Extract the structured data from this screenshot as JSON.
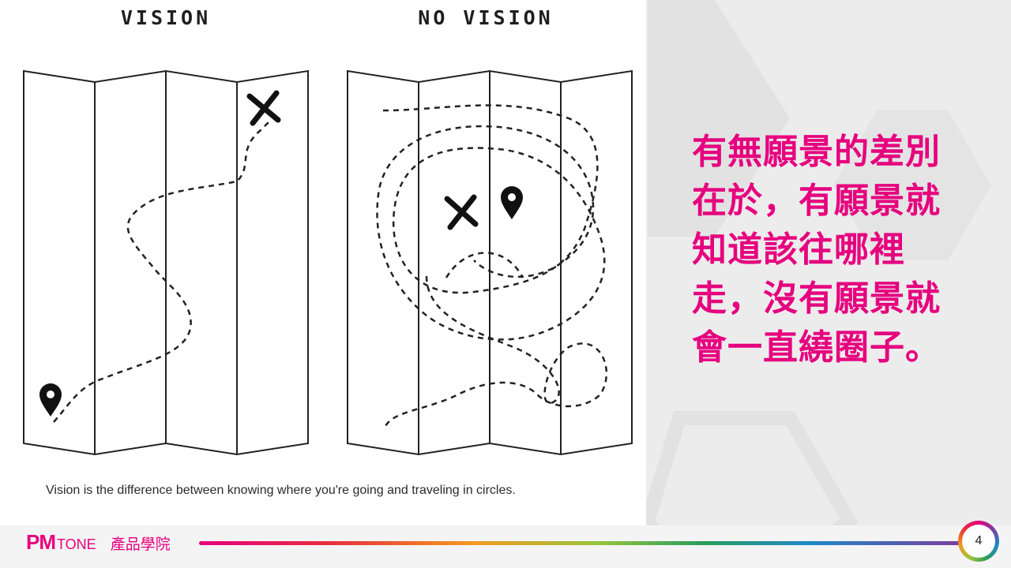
{
  "figure": {
    "left_title": "VISION",
    "right_title": "NO VISION",
    "caption": "Vision is the difference between knowing where you're going and traveling in circles."
  },
  "headline": "有無願景的差別在於，有願景就知道該往哪裡走，沒有願景就會一直繞圈子。",
  "footer": {
    "brand_pm": "PM",
    "brand_tone": "TONE",
    "brand_cn": "產品學院",
    "page_number": "4"
  },
  "colors": {
    "accent": "#e6007e",
    "background": "#ececec"
  },
  "icons": [
    "x-mark-icon",
    "map-pin-icon",
    "sad-face-icon"
  ]
}
